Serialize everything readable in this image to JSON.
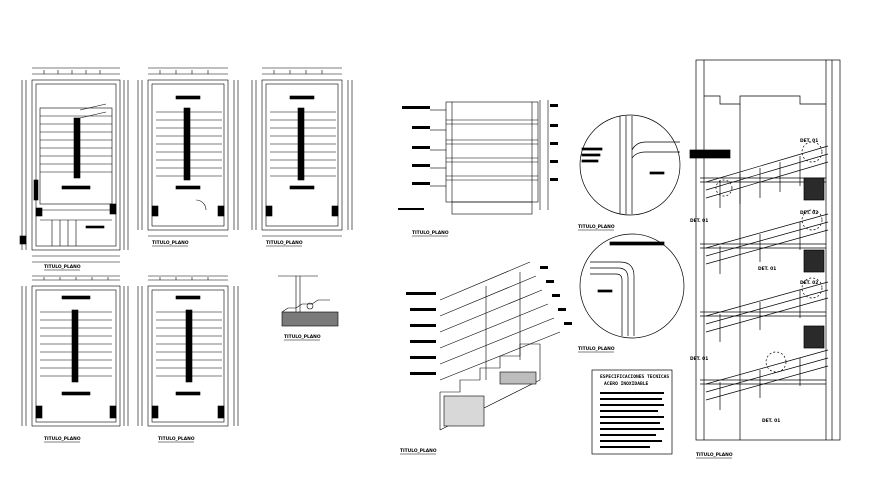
{
  "title_blocks": {
    "plan_1": "TITULO_PLANO",
    "plan_2": "TITULO_PLANO",
    "plan_3": "TITULO_PLANO",
    "plan_4": "TITULO_PLANO",
    "plan_5": "TITULO_PLANO",
    "small_detail": "TITULO_PLANO",
    "railing_section": "TITULO_PLANO",
    "stair_section": "TITULO_PLANO",
    "detail_circle_1": "TITULO_PLANO",
    "detail_circle_2": "TITULO_PLANO",
    "elevation": "TITULO_PLANO"
  },
  "notes": {
    "heading_line_1": "ESPECIFICACIONES TECNICAS",
    "heading_line_2": "ACERO INOXIDABLE"
  },
  "elevation_tags": {
    "tag_1": "DET. 01",
    "tag_2": "DET. 01",
    "tag_3": "DET. 02",
    "tag_4": "DET. 01",
    "tag_5": "DET. 02",
    "tag_6": "DET. 01",
    "tag_7": "DET. 01"
  }
}
